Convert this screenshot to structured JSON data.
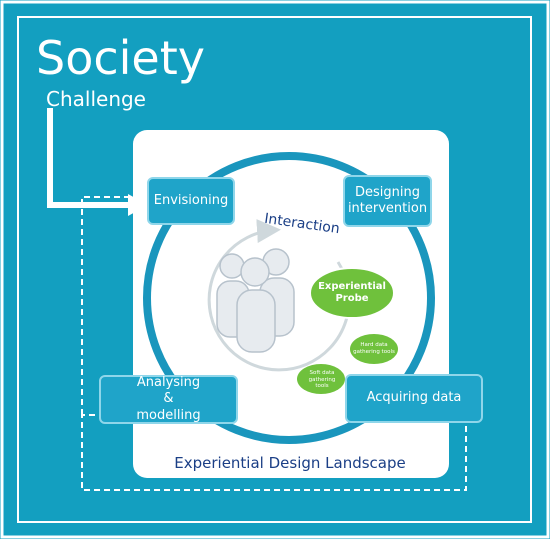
{
  "title": "Society",
  "subtitle": "Challenge",
  "landscape_label": "Experiential Design Landscape",
  "stages": {
    "envisioning": "Envisioning",
    "designing": "Designing intervention",
    "analysing": "Analysing & modelling",
    "acquiring": "Acquiring data"
  },
  "interaction_label": "Interaction",
  "probe_label": "Experiential Probe",
  "hard_tools": "Hard data gathering tools",
  "soft_tools": "Soft data gathering tools",
  "colors": {
    "background": "#139fc0",
    "ring": "#1a96bd",
    "box": "#1fa4c9",
    "probe": "#6fc13c",
    "landscape_text": "#1b3f86"
  }
}
